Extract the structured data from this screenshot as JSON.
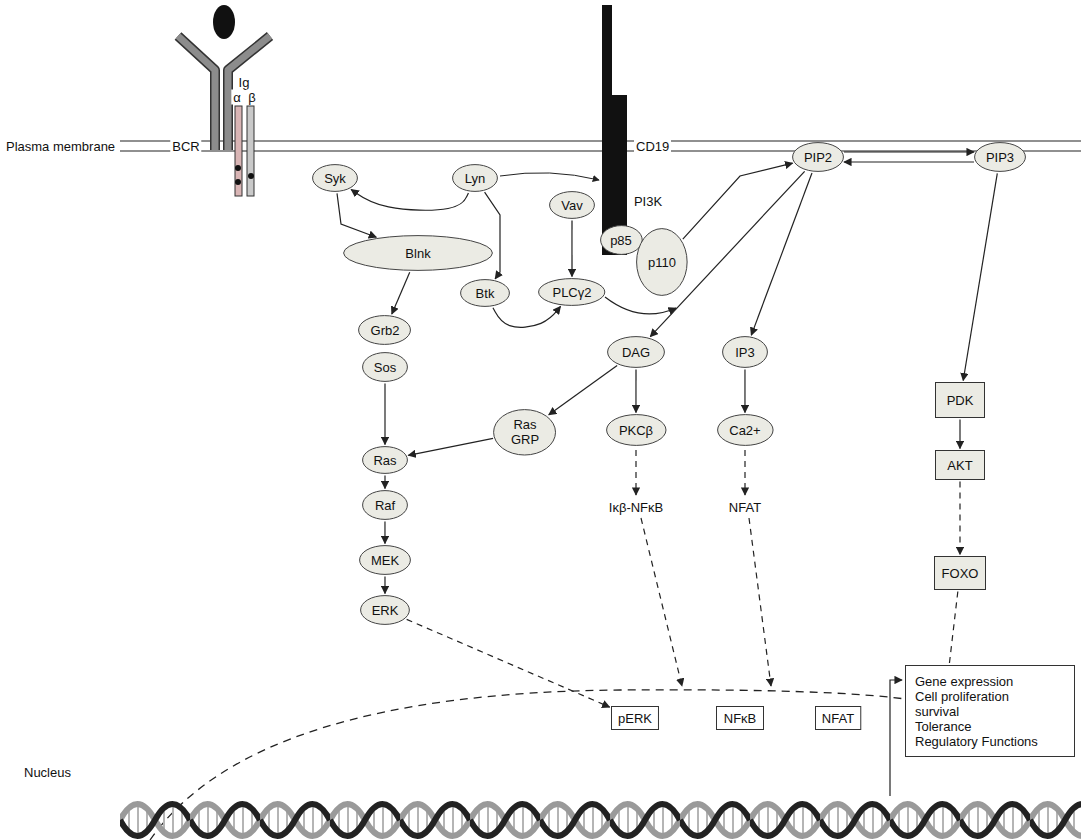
{
  "diagram": {
    "nodes": [
      {
        "text": [
          "Syk"
        ]
      },
      {
        "text": [
          "Lyn"
        ]
      },
      {
        "text": [
          "Vav"
        ]
      },
      {
        "text": [
          "p85"
        ]
      },
      {
        "text": [
          "p110"
        ]
      },
      {
        "text": [
          "PIP2"
        ]
      },
      {
        "text": [
          "PIP3"
        ]
      },
      {
        "text": [
          "Blnk"
        ]
      },
      {
        "text": [
          "Btk"
        ]
      },
      {
        "text": [
          "PLCγ2"
        ]
      },
      {
        "text": [
          "Grb2"
        ]
      },
      {
        "text": [
          "Sos"
        ]
      },
      {
        "text": [
          "DAG"
        ]
      },
      {
        "text": [
          "IP3"
        ]
      },
      {
        "text": [
          "PDK"
        ]
      },
      {
        "text": [
          "Ras GRP"
        ]
      },
      {
        "text": [
          "Ras"
        ]
      },
      {
        "text": [
          "PKCβ"
        ]
      },
      {
        "text": [
          "Ca2+"
        ]
      },
      {
        "text": [
          "AKT"
        ]
      },
      {
        "text": [
          "Raf"
        ]
      },
      {
        "text": [
          "MEK"
        ]
      },
      {
        "text": [
          "FOXO"
        ]
      },
      {
        "text": [
          "ERK"
        ]
      },
      {
        "text": [
          "pERK"
        ]
      },
      {
        "text": [
          "NFκB"
        ]
      },
      {
        "text": [
          "NFAT"
        ]
      },
      {
        "text": [
          "FOXO"
        ]
      },
      {
        "text": [
          "Gene expression",
          "Cell proliferation",
          "survival",
          "Tolerance",
          "Regulatory Functions"
        ]
      }
    ],
    "edges": [
      {
        "from": 1,
        "to": 0,
        "arrow": "to"
      },
      {
        "from": 0,
        "to": 7,
        "arrow": "to"
      },
      {
        "from": 1,
        "to": 8,
        "arrow": "to"
      },
      {
        "from": 7,
        "to": 10,
        "arrow": "to"
      },
      {
        "from": 8,
        "to": 9,
        "arrow": "to"
      },
      {
        "from": 2,
        "to": 9,
        "arrow": "to"
      },
      {
        "from": 4,
        "to": 5,
        "arrow": "to"
      },
      {
        "from": 5,
        "to": 6,
        "arrow": "to"
      },
      {
        "from": 6,
        "to": 5,
        "arrow": "to"
      },
      {
        "from": 5,
        "to": 12,
        "arrow": "to"
      },
      {
        "from": 5,
        "to": 13,
        "arrow": "to"
      },
      {
        "from": 6,
        "to": 14,
        "arrow": "to"
      },
      {
        "from": 11,
        "to": 16,
        "arrow": "to"
      },
      {
        "from": 12,
        "to": 15,
        "arrow": "to"
      },
      {
        "from": 15,
        "to": 16,
        "arrow": "to"
      },
      {
        "from": 12,
        "to": 17,
        "arrow": "to"
      },
      {
        "from": 13,
        "to": 18,
        "arrow": "to"
      },
      {
        "from": 14,
        "to": 19,
        "arrow": "to"
      },
      {
        "from": 16,
        "to": 20,
        "arrow": "to"
      },
      {
        "from": 20,
        "to": 21,
        "arrow": "to"
      },
      {
        "from": 21,
        "to": 23,
        "arrow": "to"
      },
      {
        "from": 19,
        "to": 22,
        "arrow": "to"
      },
      {
        "from": 23,
        "to": 24,
        "arrow": "to"
      },
      {
        "from": 22,
        "to": 27,
        "arrow": "to"
      }
    ],
    "labels": [
      "Plasma membrane",
      "BCR",
      "Ig",
      "α",
      "β",
      "CD19",
      "PI3K",
      "Iκβ-NFκB",
      "NFAT",
      "Nucleus"
    ]
  }
}
